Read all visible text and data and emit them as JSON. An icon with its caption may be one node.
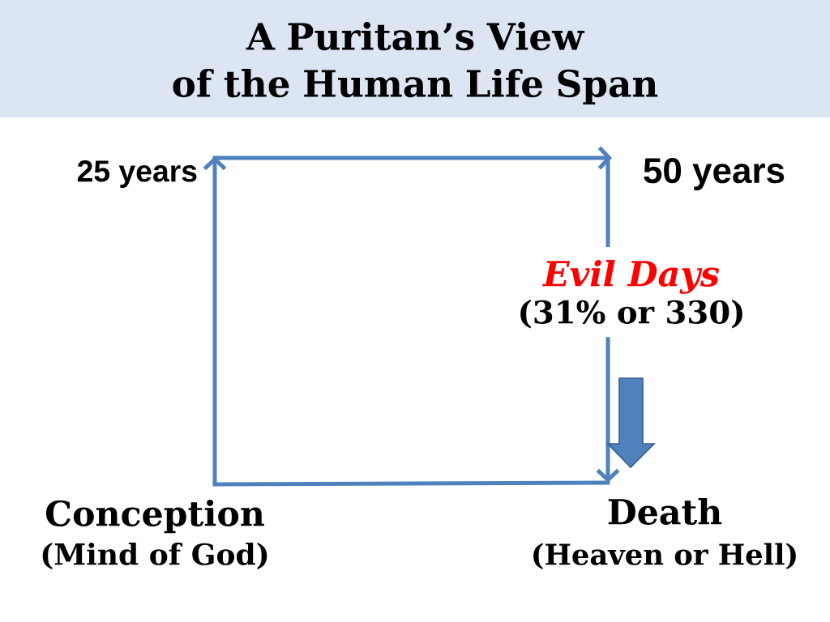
{
  "diagram": {
    "title": "A Puritan’s View of the Human Life Span",
    "nodes": [
      {
        "text": [
          "25 years"
        ]
      },
      {
        "text": [
          "50 years"
        ]
      },
      {
        "text": [
          "Evil Days",
          "(31% or 330)"
        ]
      },
      {
        "text": [
          "Conception",
          "(Mind of God)"
        ]
      },
      {
        "text": [
          "Death",
          "(Heaven or Hell)"
        ]
      }
    ],
    "edges": [
      {
        "from": 3,
        "to": 0,
        "arrow": "to"
      },
      {
        "from": 0,
        "to": 1,
        "arrow": "to"
      },
      {
        "from": 1,
        "to": 2,
        "arrow": "none"
      },
      {
        "from": 2,
        "to": 4,
        "arrow": "to"
      },
      {
        "from": 3,
        "to": 4,
        "arrow": "none"
      }
    ]
  }
}
